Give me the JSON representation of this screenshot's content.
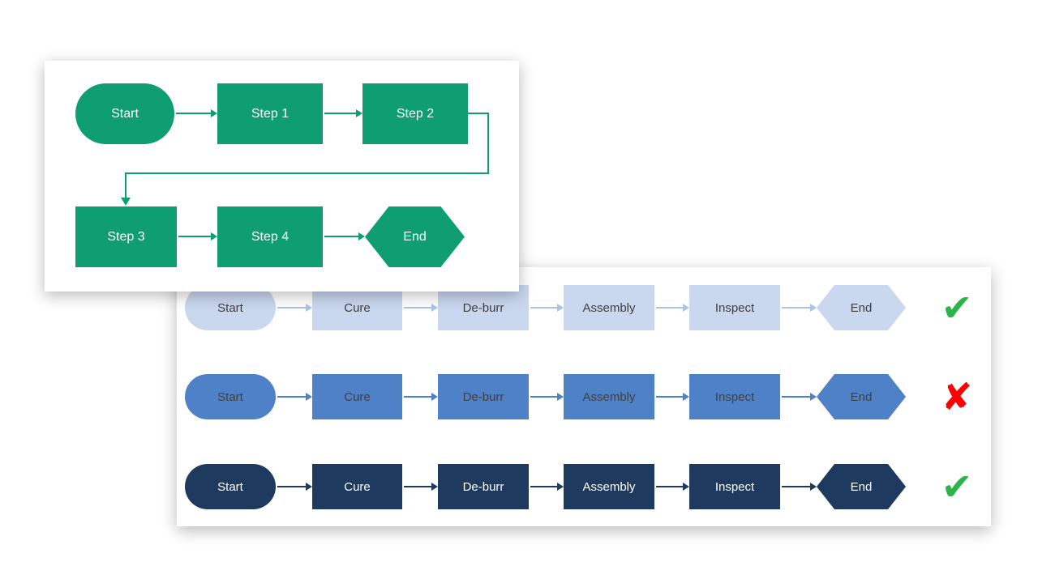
{
  "colors": {
    "green": "#0f9d72",
    "light_blue": "#c9d7ef",
    "arrow_light_blue": "#a9c4e9",
    "mid_blue": "#4f81c7",
    "dark_blue": "#1e3a5f",
    "text_dark": "#404040",
    "check_green": "#2cb34a",
    "cross_red": "#ff0000"
  },
  "panel1": {
    "nodes": [
      "Start",
      "Step 1",
      "Step 2",
      "Step 3",
      "Step 4",
      "End"
    ]
  },
  "panel2": {
    "labels": [
      "Start",
      "Cure",
      "De-burr",
      "Assembly",
      "Inspect",
      "End"
    ],
    "rows": [
      {
        "name": "light-blue",
        "verdict": "pass",
        "glyph": "✔"
      },
      {
        "name": "medium-blue",
        "verdict": "fail",
        "glyph": "✘"
      },
      {
        "name": "dark-blue",
        "verdict": "pass",
        "glyph": "✔"
      }
    ]
  }
}
